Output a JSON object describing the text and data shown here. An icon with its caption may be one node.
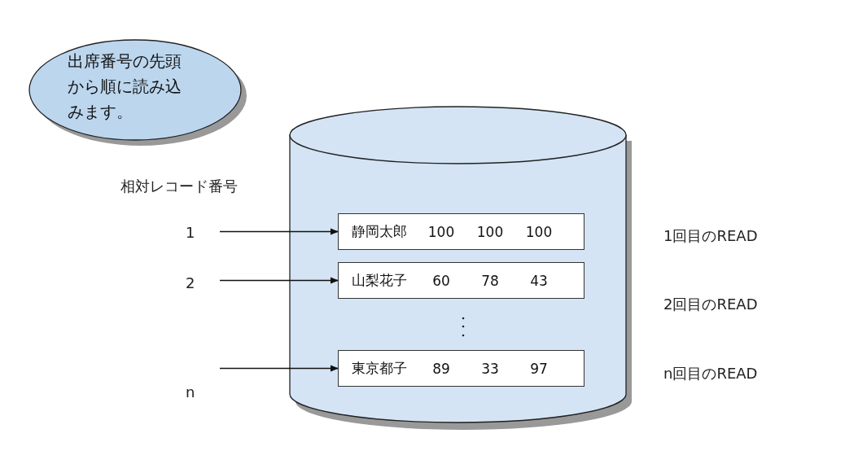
{
  "diagram": {
    "nodes": [
      {
        "text": [
          "出席番号の先頭から順に読み込みます。"
        ]
      },
      {
        "text": [],
        "shape": "cylinder"
      },
      {
        "text": [
          "静岡太郎",
          "100",
          "100",
          "100"
        ],
        "in": 1
      },
      {
        "text": [
          "山梨花子",
          "60",
          "78",
          "43"
        ],
        "in": 1
      },
      {
        "text": [
          "東京都子",
          "89",
          "33",
          "97"
        ],
        "in": 1
      },
      {
        "text": [
          "1"
        ]
      },
      {
        "text": [
          "2"
        ]
      },
      {
        "text": [
          "n"
        ]
      }
    ],
    "edges": [
      {
        "from": 5,
        "to": 2,
        "arrow": "to"
      },
      {
        "from": 6,
        "to": 3,
        "arrow": "to"
      },
      {
        "from": 7,
        "to": 4,
        "arrow": "to"
      }
    ],
    "labels": [
      "相対レコード番号",
      "1回目のREAD",
      "2回目のREAD",
      "n回目のREAD"
    ]
  }
}
